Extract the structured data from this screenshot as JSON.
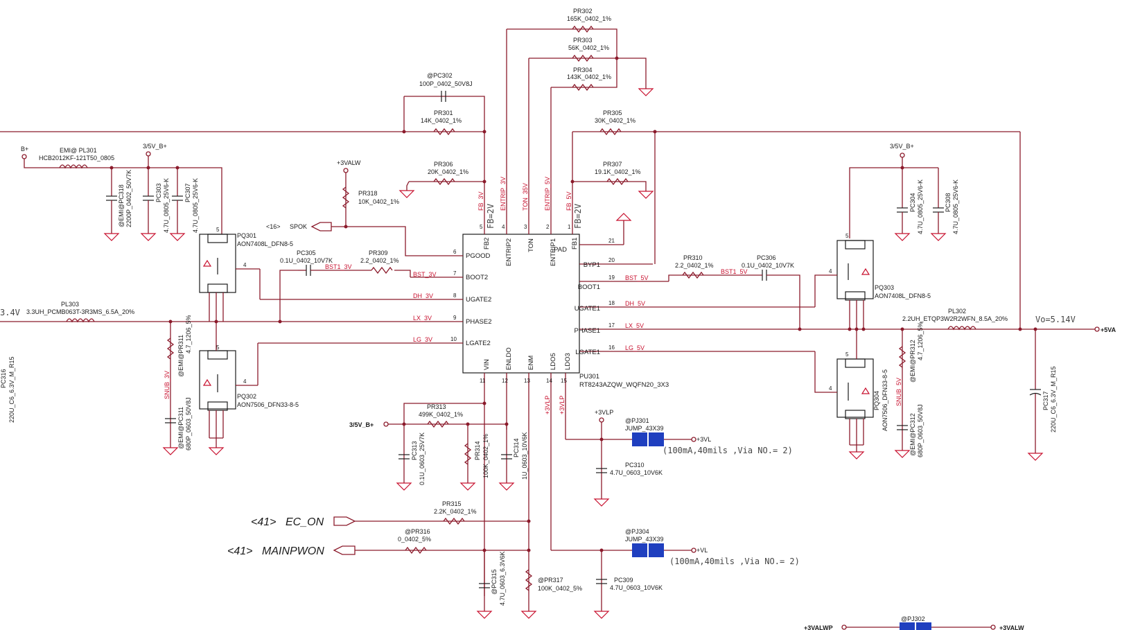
{
  "ic": {
    "ref": "PU301",
    "part": "RT8243AZQW_WQFN20_3X3",
    "pins_left": [
      {
        "num": "6",
        "name": "PGOOD"
      },
      {
        "num": "7",
        "name": "BOOT2"
      },
      {
        "num": "8",
        "name": "UGATE2"
      },
      {
        "num": "9",
        "name": "PHASE2"
      },
      {
        "num": "10",
        "name": "LGATE2"
      }
    ],
    "pins_right": [
      {
        "num": "21",
        "name": "PAD"
      },
      {
        "num": "20",
        "name": "BYP1"
      },
      {
        "num": "19",
        "name": "BOOT1"
      },
      {
        "num": "18",
        "name": "UGATE1"
      },
      {
        "num": "17",
        "name": "PHASE1"
      },
      {
        "num": "16",
        "name": "LGATE1"
      }
    ],
    "pins_top": [
      {
        "num": "5",
        "name": "FB2"
      },
      {
        "num": "4",
        "name": "ENTRIP2"
      },
      {
        "num": "3",
        "name": "TON"
      },
      {
        "num": "2",
        "name": "ENTRIP1"
      },
      {
        "num": "1",
        "name": "FB1"
      }
    ],
    "pins_bottom": [
      {
        "num": "11",
        "name": "VIN"
      },
      {
        "num": "12",
        "name": "ENLDO"
      },
      {
        "num": "13",
        "name": "ENM"
      },
      {
        "num": "14",
        "name": "LDO5"
      },
      {
        "num": "15",
        "name": "LDO3"
      }
    ]
  },
  "top_nets": [
    "FB_3V",
    "ENTRIP_3V",
    "TON_35V",
    "ENTRIP_5V",
    "FB_5V"
  ],
  "fb_notes": [
    "FB=2V",
    "FB=2V"
  ],
  "left_nets": [
    "BST_3V",
    "DH_3V",
    "LX_3V",
    "LG_3V",
    "BST1_3V"
  ],
  "right_nets": [
    "BST_5V",
    "DH_5V",
    "LX_5V",
    "LG_5V",
    "BST1_5V"
  ],
  "vertical_nets": [
    "SNUB_3V",
    "SNUB_5V",
    "+3VLP",
    "+3VLP"
  ],
  "resistors": [
    {
      "ref": "PR302",
      "value": "165K_0402_1%"
    },
    {
      "ref": "PR303",
      "value": "56K_0402_1%"
    },
    {
      "ref": "PR304",
      "value": "143K_0402_1%"
    },
    {
      "ref": "PR301",
      "value": "14K_0402_1%"
    },
    {
      "ref": "PR306",
      "value": "20K_0402_1%"
    },
    {
      "ref": "PR305",
      "value": "30K_0402_1%"
    },
    {
      "ref": "PR307",
      "value": "19.1K_0402_1%"
    },
    {
      "ref": "PR318",
      "value": "10K_0402_1%"
    },
    {
      "ref": "PR309",
      "value": "2.2_0402_1%"
    },
    {
      "ref": "PR310",
      "value": "2.2_0402_1%"
    },
    {
      "ref": "PR313",
      "value": "499K_0402_1%"
    },
    {
      "ref": "PR314",
      "value": "100K_0402_1%"
    },
    {
      "ref": "PR315",
      "value": "2.2K_0402_1%"
    },
    {
      "ref": "@PR316",
      "value": "0_0402_5%"
    },
    {
      "ref": "@PR317",
      "value": "100K_0402_5%"
    },
    {
      "ref": "@EMI@PR311",
      "value": "4.7_1206_5%"
    },
    {
      "ref": "@EMI@PR312",
      "value": "4.7_1206_5%"
    }
  ],
  "capacitors": [
    {
      "ref": "@PC302",
      "value": "100P_0402_50V8J"
    },
    {
      "ref": "PC305",
      "value": "0.1U_0402_10V7K"
    },
    {
      "ref": "PC306",
      "value": "0.1U_0402_10V7K"
    },
    {
      "ref": "@EMI@PC318",
      "value": "2200P_0402_50V7K"
    },
    {
      "ref": "PC303",
      "value": "4.7U_0805_25V6-K"
    },
    {
      "ref": "PC307",
      "value": "4.7U_0805_25V6-K"
    },
    {
      "ref": "PC304",
      "value": "4.7U_0805_25V6-K"
    },
    {
      "ref": "PC308",
      "value": "4.7U_0805_25V6-K"
    },
    {
      "ref": "PC313",
      "value": "0.1U_0603_25V7K"
    },
    {
      "ref": "PC314",
      "value": "1U_0603_10V6K"
    },
    {
      "ref": "PC310",
      "value": "4.7U_0603_10V6K"
    },
    {
      "ref": "PC309",
      "value": "4.7U_0603_10V6K"
    },
    {
      "ref": "@PC315",
      "value": "4.7U_0603_6.3V6K"
    },
    {
      "ref": "@EMI@PC311",
      "value": "680P_0603_50V8J"
    },
    {
      "ref": "@EMI@PC312",
      "value": "680P_0603_50V8J"
    },
    {
      "ref": "PC316",
      "value": "220U_C6_6.3V_M_R15"
    },
    {
      "ref": "PC317",
      "value": "220U_C6_6.3V_M_R15"
    }
  ],
  "inductors": [
    {
      "ref": "EMI@ PL301",
      "value": "HCB2012KF-121T50_0805"
    },
    {
      "ref": "PL303",
      "value": "3.3UH_PCMB063T-3R3MS_6.5A_20%"
    },
    {
      "ref": "PL302",
      "value": "2.2UH_ETQP3W2R2WFN_8.5A_20%"
    }
  ],
  "mosfets": [
    {
      "ref": "PQ301",
      "value": "AON7408L_DFN8-5"
    },
    {
      "ref": "PQ302",
      "value": "AON7506_DFN33-8-5"
    },
    {
      "ref": "PQ303",
      "value": "AON7408L_DFN8-5"
    },
    {
      "ref": "PQ304",
      "value": "AON7506_DFN33-8-5"
    }
  ],
  "jumpers": [
    {
      "ref": "@PJ301",
      "value": "JUMP_43X39",
      "out": "+3VL",
      "note": "(100mA,40mils ,Via NO.= 2)"
    },
    {
      "ref": "@PJ304",
      "value": "JUMP_43X39",
      "out": "+VL",
      "note": "(100mA,40mils ,Via NO.= 2)"
    },
    {
      "ref": "@PJ302",
      "value": "",
      "out": "",
      "note": ""
    }
  ],
  "power_labels": {
    "bplus": "B+",
    "v35b_left": "3/5V_B+",
    "v35b_right": "3/5V_B+",
    "v35b_input": "3/5V_B+",
    "v3valw": "+3VALW",
    "v3vlp": "+3VLP",
    "vo_note": "Vo=5.14V",
    "out_5va": "+5VA",
    "left_edge": "3.4V",
    "bottom_left": "+3VALWP",
    "bottom_right": "+3VALW"
  },
  "signals": {
    "spok": "SPOK",
    "spok_sheet": "<16>",
    "ec_on_sheet": "<41>",
    "ec_on": "EC_ON",
    "mainpwon_sheet": "<41>",
    "mainpwon": "MAINPWON"
  },
  "pin_numbers": [
    "1",
    "2",
    "3",
    "4",
    "5"
  ]
}
